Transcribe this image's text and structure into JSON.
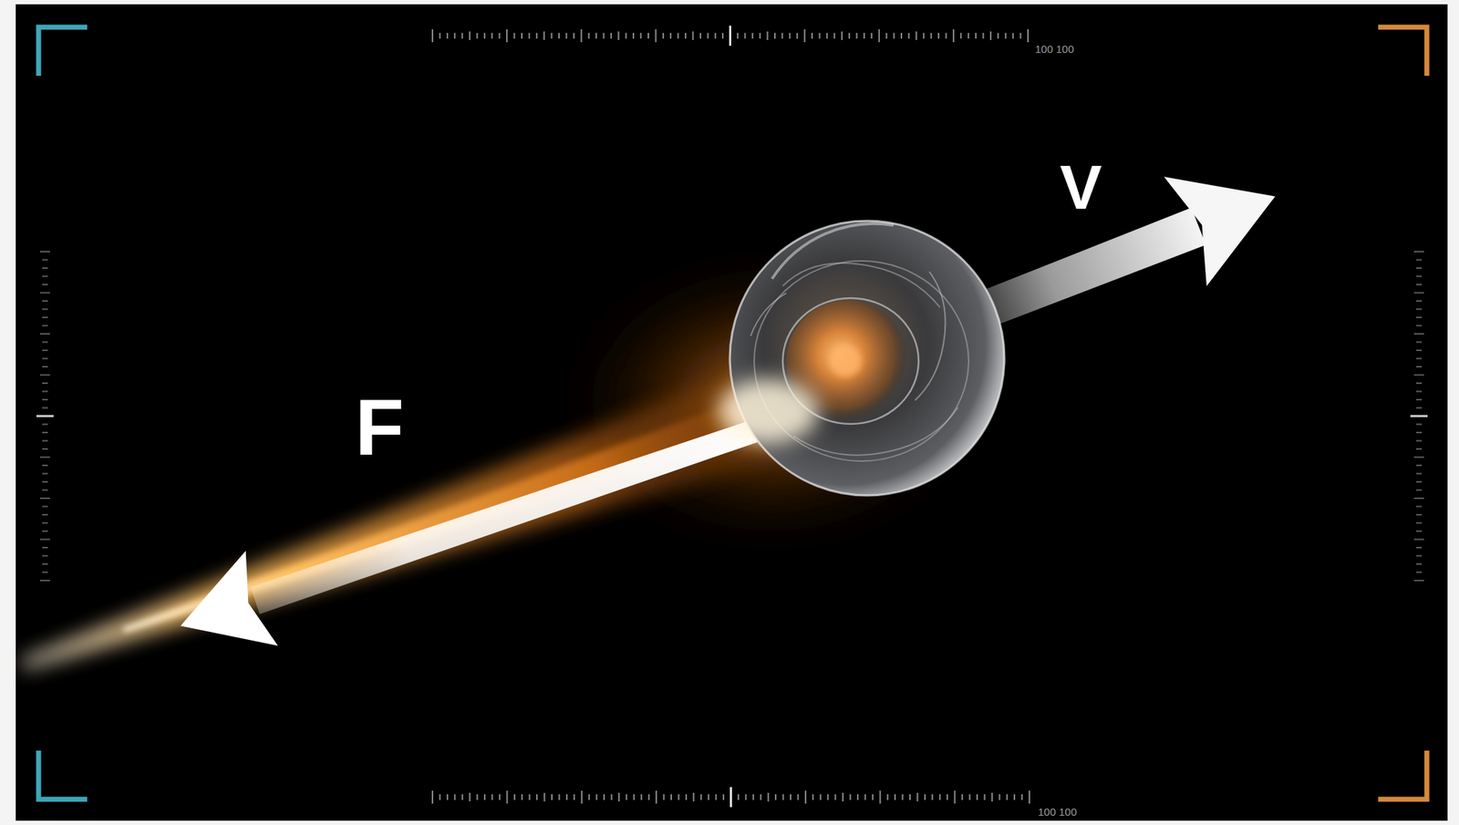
{
  "diagram": {
    "labels": [
      "V",
      "F",
      "100 100",
      "100 100"
    ]
  }
}
